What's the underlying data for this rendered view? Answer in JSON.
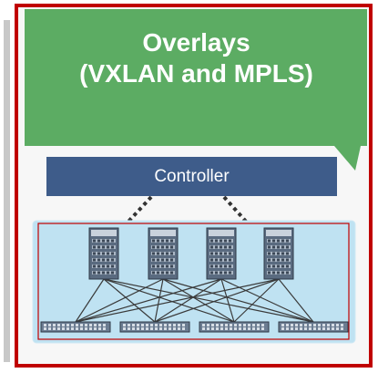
{
  "slide": {
    "overlay_title_line1": "Overlays",
    "overlay_title_line2": "(VXLAN and MPLS)",
    "controller_label": "Controller"
  },
  "colors": {
    "frame_border": "#c00000",
    "overlay_green": "#5cac63",
    "controller_blue": "#3e5c8a",
    "fabric_background": "#bfe2f2",
    "fabric_border": "#c00000",
    "link_color": "#3a3a3a"
  },
  "fabric": {
    "spine_switch_count": 4,
    "leaf_switch_count": 4,
    "controller_links": 2
  }
}
